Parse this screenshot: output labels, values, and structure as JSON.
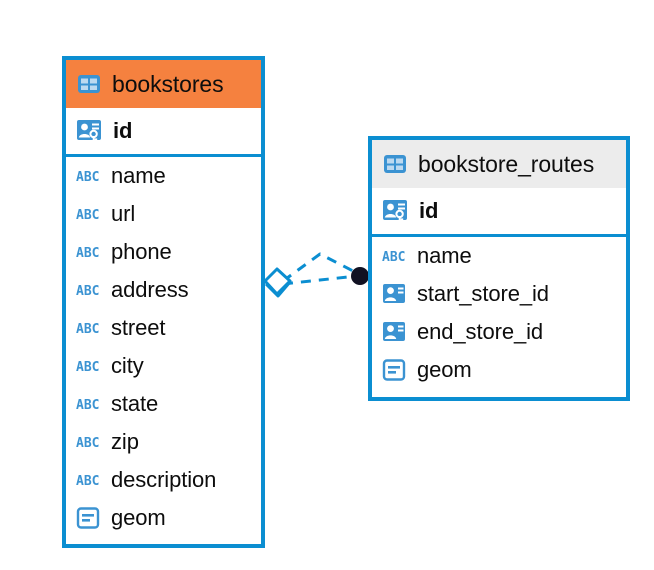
{
  "diagram": {
    "type": "entity-relationship-diagram",
    "background": "#ffffff",
    "colors": {
      "border_blue": "#0b8ed1",
      "header_orange": "#f5813f",
      "header_grey": "#ececec",
      "text": "#0d0d0d",
      "icon_blue": "#3b93d2",
      "connector_endpoint": "#111122"
    },
    "tables": [
      {
        "name": "bookstores",
        "header_style": "accent-orange",
        "table_icon": "table-icon",
        "primary_key": {
          "label": "id",
          "icon": "primary-key-icon"
        },
        "fields": [
          {
            "label": "name",
            "icon": "text-type-icon"
          },
          {
            "label": "url",
            "icon": "text-type-icon"
          },
          {
            "label": "phone",
            "icon": "text-type-icon"
          },
          {
            "label": "address",
            "icon": "text-type-icon"
          },
          {
            "label": "street",
            "icon": "text-type-icon"
          },
          {
            "label": "city",
            "icon": "text-type-icon"
          },
          {
            "label": "state",
            "icon": "text-type-icon"
          },
          {
            "label": "zip",
            "icon": "text-type-icon"
          },
          {
            "label": "description",
            "icon": "text-type-icon"
          },
          {
            "label": "geom",
            "icon": "geometry-type-icon"
          }
        ]
      },
      {
        "name": "bookstore_routes",
        "header_style": "accent-grey",
        "table_icon": "table-icon",
        "primary_key": {
          "label": "id",
          "icon": "primary-key-icon"
        },
        "fields": [
          {
            "label": "name",
            "icon": "text-type-icon"
          },
          {
            "label": "start_store_id",
            "icon": "foreign-key-icon"
          },
          {
            "label": "end_store_id",
            "icon": "foreign-key-icon"
          },
          {
            "label": "geom",
            "icon": "geometry-type-icon"
          }
        ]
      }
    ],
    "relationship": {
      "from_table": "bookstores",
      "to_table": "bookstore_routes",
      "line_style": "dashed",
      "source_marker": "diamond-marker",
      "target_marker": "filled-circle-marker",
      "branch_count": 2
    }
  }
}
